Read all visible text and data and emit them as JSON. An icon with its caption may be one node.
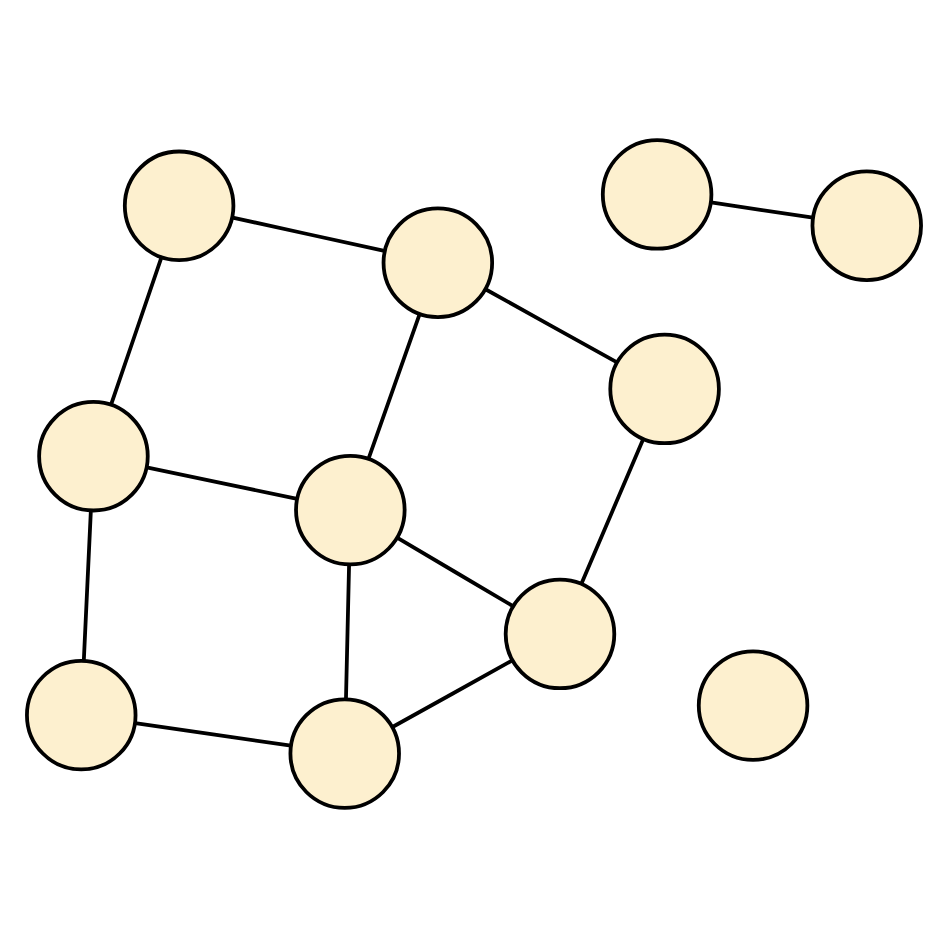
{
  "diagram": {
    "nodes": [
      {
        "text": [],
        "shape": "circle"
      },
      {
        "text": [],
        "shape": "circle"
      },
      {
        "text": [],
        "shape": "circle"
      },
      {
        "text": [],
        "shape": "circle"
      },
      {
        "text": [],
        "shape": "circle"
      },
      {
        "text": [],
        "shape": "circle"
      },
      {
        "text": [],
        "shape": "circle"
      },
      {
        "text": [],
        "shape": "circle"
      },
      {
        "text": [],
        "shape": "circle"
      },
      {
        "text": [],
        "shape": "circle"
      },
      {
        "text": [],
        "shape": "circle"
      }
    ],
    "edges": [
      {
        "from": 0,
        "to": 3,
        "arrow": "none"
      },
      {
        "from": 1,
        "to": 5,
        "arrow": "none"
      },
      {
        "from": 1,
        "to": 4,
        "arrow": "none"
      },
      {
        "from": 5,
        "to": 6,
        "arrow": "none"
      },
      {
        "from": 5,
        "to": 7,
        "arrow": "none"
      },
      {
        "from": 4,
        "to": 7,
        "arrow": "none"
      },
      {
        "from": 4,
        "to": 8,
        "arrow": "none"
      },
      {
        "from": 6,
        "to": 9,
        "arrow": "none"
      },
      {
        "from": 7,
        "to": 9,
        "arrow": "none"
      },
      {
        "from": 7,
        "to": 10,
        "arrow": "none"
      },
      {
        "from": 8,
        "to": 10,
        "arrow": "none"
      },
      {
        "from": 9,
        "to": 10,
        "arrow": "none"
      }
    ]
  }
}
